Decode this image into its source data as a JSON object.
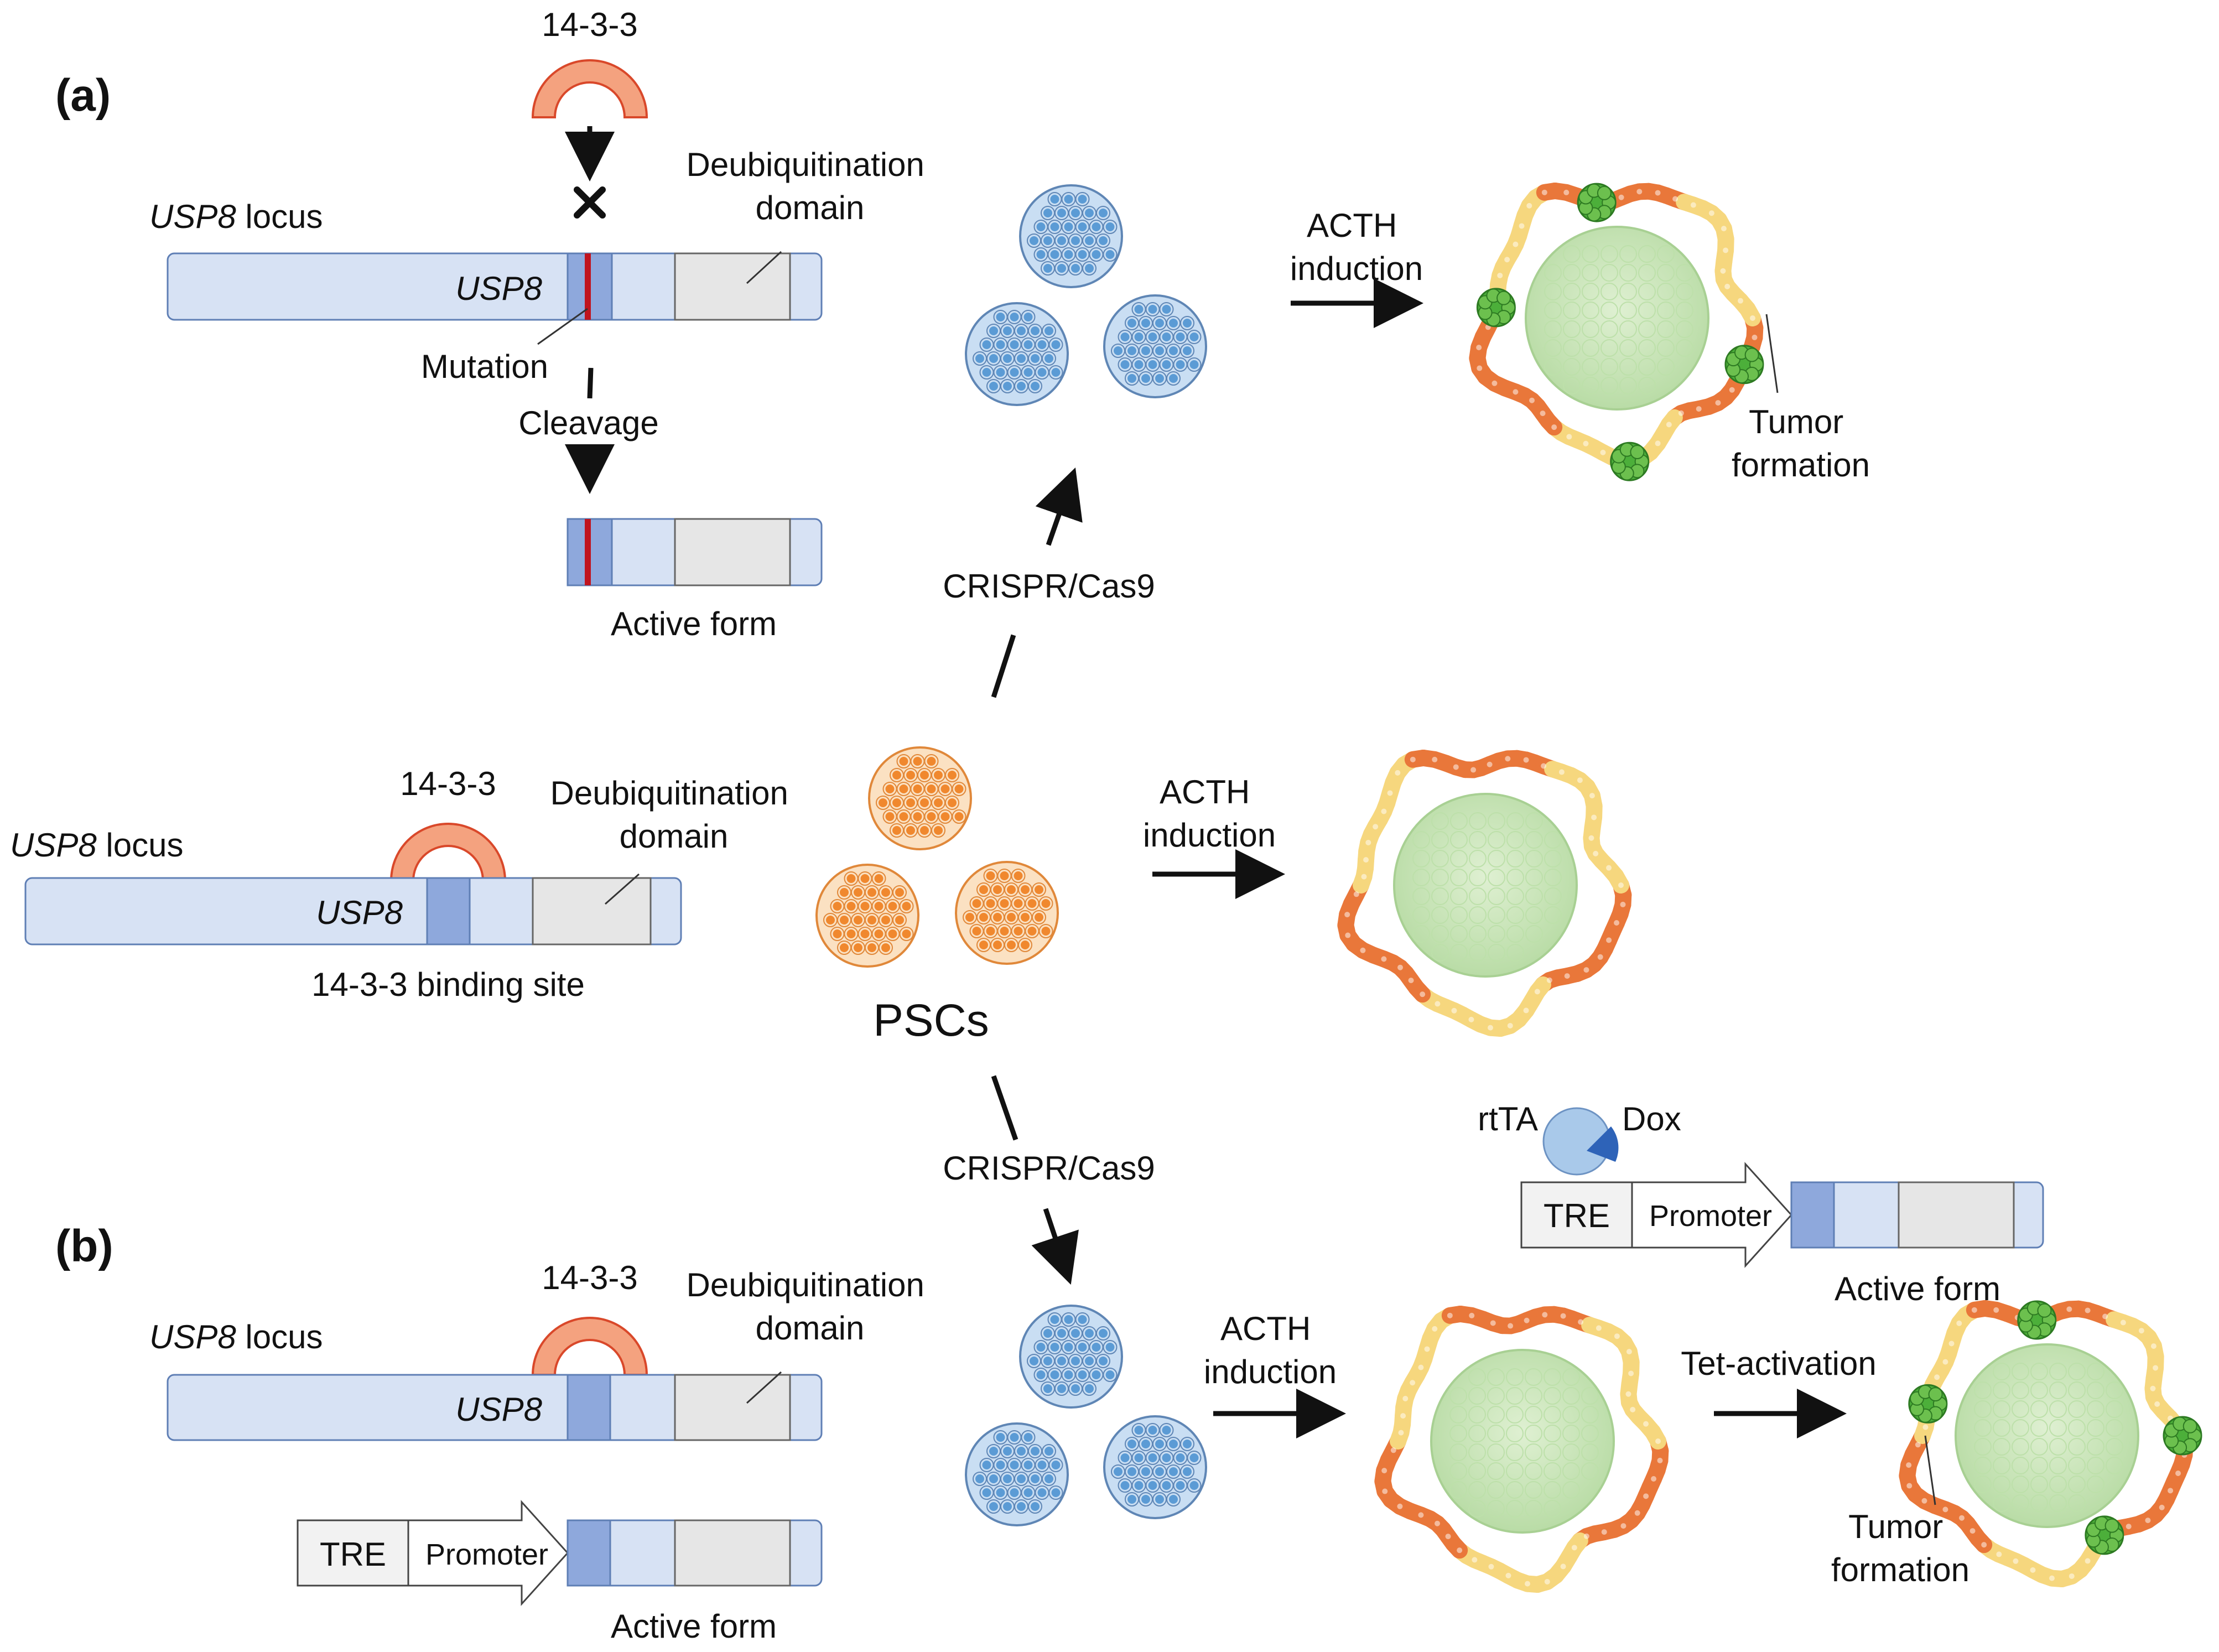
{
  "panel_a": {
    "label": "(a)",
    "protein_label": "14-3-3",
    "locus_gene": "USP8",
    "locus_suffix": " locus",
    "gene_label": "USP8",
    "domain_line1": "Deubiquitination",
    "domain_line2": "domain",
    "mutation_label": "Mutation",
    "cleavage_label": "Cleavage",
    "active_form_label": "Active form",
    "acth_line1": "ACTH",
    "acth_line2": "induction",
    "tumor_line1": "Tumor",
    "tumor_line2": "formation",
    "crispr_label": "CRISPR/Cas9"
  },
  "middle": {
    "protein_label": "14-3-3",
    "domain_line1": "Deubiquitination",
    "domain_line2": "domain",
    "locus_gene": "USP8",
    "locus_suffix": " locus",
    "gene_label": "USP8",
    "binding_site_label": "14-3-3 binding site",
    "pscs_label": "PSCs",
    "acth_line1": "ACTH",
    "acth_line2": "induction"
  },
  "panel_b": {
    "label": "(b)",
    "crispr_label": "CRISPR/Cas9",
    "protein_label": "14-3-3",
    "domain_line1": "Deubiquitination",
    "domain_line2": "domain",
    "locus_gene": "USP8",
    "locus_suffix": " locus",
    "gene_label": "USP8",
    "tre_label": "TRE",
    "promoter_label": "Promoter",
    "active_form_label": "Active form",
    "acth_line1": "ACTH",
    "acth_line2": "induction",
    "tet_label": "Tet-activation",
    "tumor_line1": "Tumor",
    "tumor_line2": "formation",
    "rtta_label": "rtTA",
    "dox_label": "Dox",
    "tre2_label": "TRE",
    "promoter2_label": "Promoter",
    "active_form2_label": "Active form"
  },
  "colors": {
    "gene_body": "#d7e2f4",
    "binding_site": "#8ea8dc",
    "domain": "#e6e6e6",
    "protein": "#f4a27f",
    "mutation": "#c0141e",
    "psc_cell": "#f0882e",
    "edited_cell": "#5b9bd5",
    "organoid_core": "#c8e6b8",
    "epithelium_orange": "#e9773a",
    "epithelium_yellow": "#f6d77e",
    "tumor": "#4caf3a",
    "rtta": "#a9c9ea",
    "dox": "#2e63b8"
  }
}
